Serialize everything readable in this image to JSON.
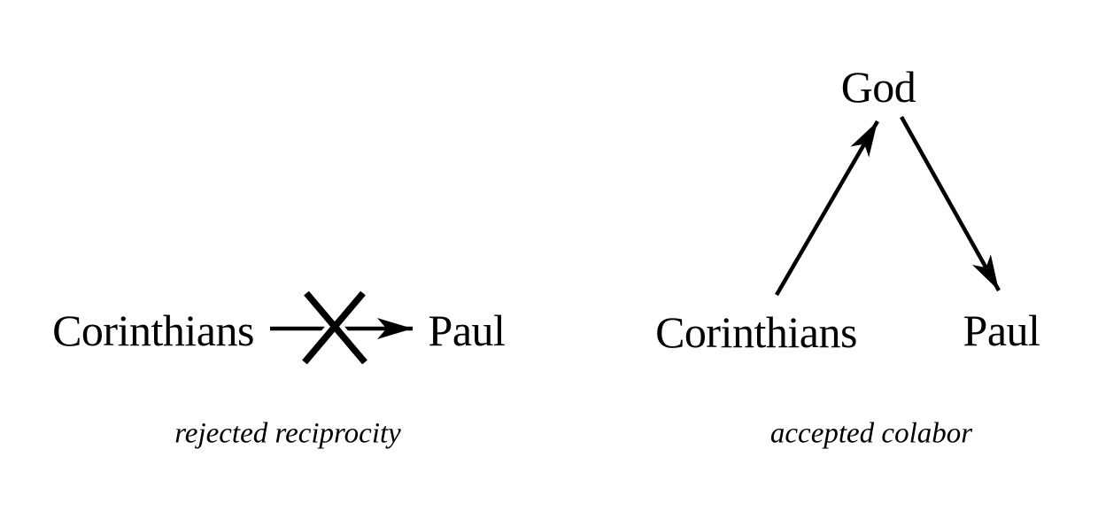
{
  "colors": {
    "background": "#ffffff",
    "ink": "#000000"
  },
  "left_diagram": {
    "source_label": "Corinthians",
    "target_label": "Paul",
    "edge": "Corinthians → Paul (arrow crossed out with X)",
    "caption": "rejected reciprocity"
  },
  "right_diagram": {
    "top_label": "God",
    "bottom_left_label": "Corinthians",
    "bottom_right_label": "Paul",
    "edges": [
      "Corinthians → God",
      "God → Paul"
    ],
    "caption": "accepted colabor"
  }
}
